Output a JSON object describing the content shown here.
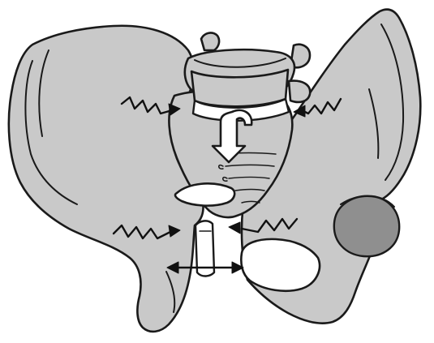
{
  "figure": {
    "subject": "pelvis-anterior-view",
    "colors": {
      "bone": "#c9c9c9",
      "bone_dark": "#b3b3b3",
      "acetabulum": "#8f8f8f",
      "outline": "#1a1a1a",
      "arrow": "#111111",
      "background": "#ffffff"
    },
    "components": {
      "vertebra": "lumbar-vertebra",
      "sacrum": "sacrum",
      "left_ilium": "left-ilium",
      "right_ilium": "right-ilium",
      "pubic_symphysis": "pubic-symphysis",
      "left_acetabulum": "left-acetabulum",
      "right_obturator_foramen": "right-obturator-foramen"
    },
    "arrows": {
      "upper_left": "zigzag-force-arrow",
      "upper_right": "zigzag-force-arrow",
      "lower_left": "zigzag-force-arrow",
      "lower_right": "zigzag-force-arrow",
      "symphysis": "double-headed-arrow",
      "sacrum_rotation": "curved-rotation-arrow"
    }
  }
}
